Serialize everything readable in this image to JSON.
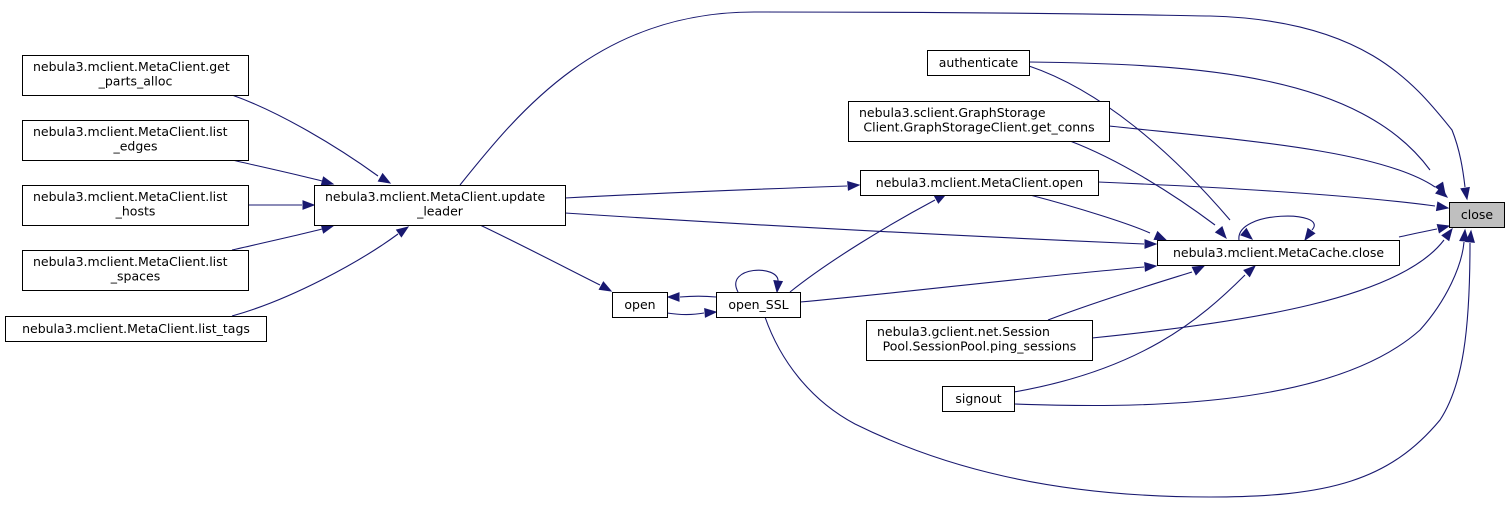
{
  "graph": {
    "colors": {
      "edge": "#191970",
      "node_fill": "#ffffff",
      "target_fill": "#bfbfbf",
      "border": "#000000"
    },
    "nodes": [
      {
        "id": "get_parts_alloc",
        "lines": [
          "nebula3.mclient.MetaClient.get",
          "_parts_alloc"
        ]
      },
      {
        "id": "list_edges",
        "lines": [
          "nebula3.mclient.MetaClient.list",
          "_edges"
        ]
      },
      {
        "id": "list_hosts",
        "lines": [
          "nebula3.mclient.MetaClient.list",
          "_hosts"
        ]
      },
      {
        "id": "list_spaces",
        "lines": [
          "nebula3.mclient.MetaClient.list",
          "_spaces"
        ]
      },
      {
        "id": "list_tags",
        "lines": [
          "nebula3.mclient.MetaClient.list_tags"
        ]
      },
      {
        "id": "update_leader",
        "lines": [
          "nebula3.mclient.MetaClient.update",
          "_leader"
        ]
      },
      {
        "id": "open",
        "lines": [
          "open"
        ]
      },
      {
        "id": "open_ssl",
        "lines": [
          "open_SSL"
        ]
      },
      {
        "id": "authenticate",
        "lines": [
          "authenticate"
        ]
      },
      {
        "id": "get_conns",
        "lines": [
          "nebula3.sclient.GraphStorage",
          "Client.GraphStorageClient.get_conns"
        ]
      },
      {
        "id": "mc_open",
        "lines": [
          "nebula3.mclient.MetaClient.open"
        ]
      },
      {
        "id": "metacache_close",
        "lines": [
          "nebula3.mclient.MetaCache.close"
        ]
      },
      {
        "id": "ping_sessions",
        "lines": [
          "nebula3.gclient.net.Session",
          "Pool.SessionPool.ping_sessions"
        ]
      },
      {
        "id": "signout",
        "lines": [
          "signout"
        ]
      },
      {
        "id": "close",
        "lines": [
          "close"
        ],
        "highlight": true
      }
    ],
    "edges": [
      {
        "from": "get_parts_alloc",
        "to": "update_leader"
      },
      {
        "from": "list_edges",
        "to": "update_leader"
      },
      {
        "from": "list_hosts",
        "to": "update_leader"
      },
      {
        "from": "list_spaces",
        "to": "update_leader"
      },
      {
        "from": "list_tags",
        "to": "update_leader"
      },
      {
        "from": "update_leader",
        "to": "close"
      },
      {
        "from": "update_leader",
        "to": "open"
      },
      {
        "from": "update_leader",
        "to": "mc_open"
      },
      {
        "from": "update_leader",
        "to": "metacache_close"
      },
      {
        "from": "open",
        "to": "open_ssl"
      },
      {
        "from": "open_ssl",
        "to": "open"
      },
      {
        "from": "open_ssl",
        "to": "open_ssl"
      },
      {
        "from": "open_ssl",
        "to": "mc_open"
      },
      {
        "from": "open_ssl",
        "to": "metacache_close"
      },
      {
        "from": "open_ssl",
        "to": "close"
      },
      {
        "from": "authenticate",
        "to": "close"
      },
      {
        "from": "authenticate",
        "to": "metacache_close"
      },
      {
        "from": "get_conns",
        "to": "close"
      },
      {
        "from": "get_conns",
        "to": "metacache_close"
      },
      {
        "from": "mc_open",
        "to": "close"
      },
      {
        "from": "mc_open",
        "to": "metacache_close"
      },
      {
        "from": "metacache_close",
        "to": "close"
      },
      {
        "from": "metacache_close",
        "to": "metacache_close"
      },
      {
        "from": "ping_sessions",
        "to": "close"
      },
      {
        "from": "ping_sessions",
        "to": "metacache_close"
      },
      {
        "from": "signout",
        "to": "close"
      },
      {
        "from": "signout",
        "to": "metacache_close"
      }
    ]
  }
}
